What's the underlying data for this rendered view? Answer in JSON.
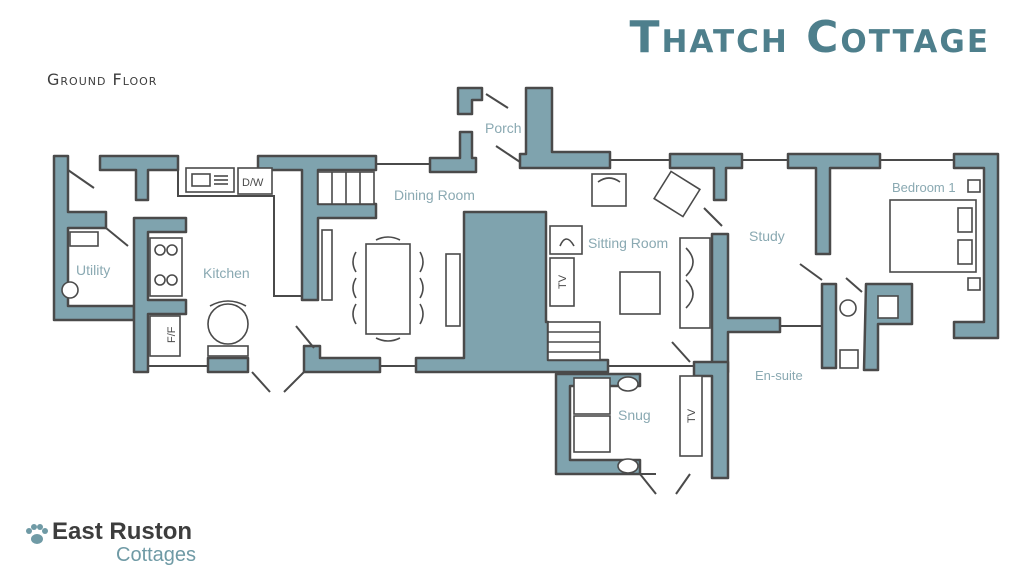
{
  "title": "Thatch Cottage",
  "floor_label": "Ground Floor",
  "rooms": {
    "porch": "Porch",
    "dining": "Dining Room",
    "sitting": "Sitting Room",
    "study": "Study",
    "bedroom": "Bedroom 1",
    "utility": "Utility",
    "kitchen": "Kitchen",
    "snug": "Snug",
    "ensuite": "En-suite"
  },
  "appliances": {
    "dishwasher": "D/W",
    "fridge_freezer": "F/F",
    "tv": "TV"
  },
  "logo": {
    "line1": "East Ruston",
    "line2": "Cottages",
    "icon": "paw-print-icon"
  },
  "colors": {
    "wall": "#7fa3ae",
    "outline": "#4a4a4a",
    "title": "#4e7f8c",
    "label": "#8aa9b2"
  }
}
